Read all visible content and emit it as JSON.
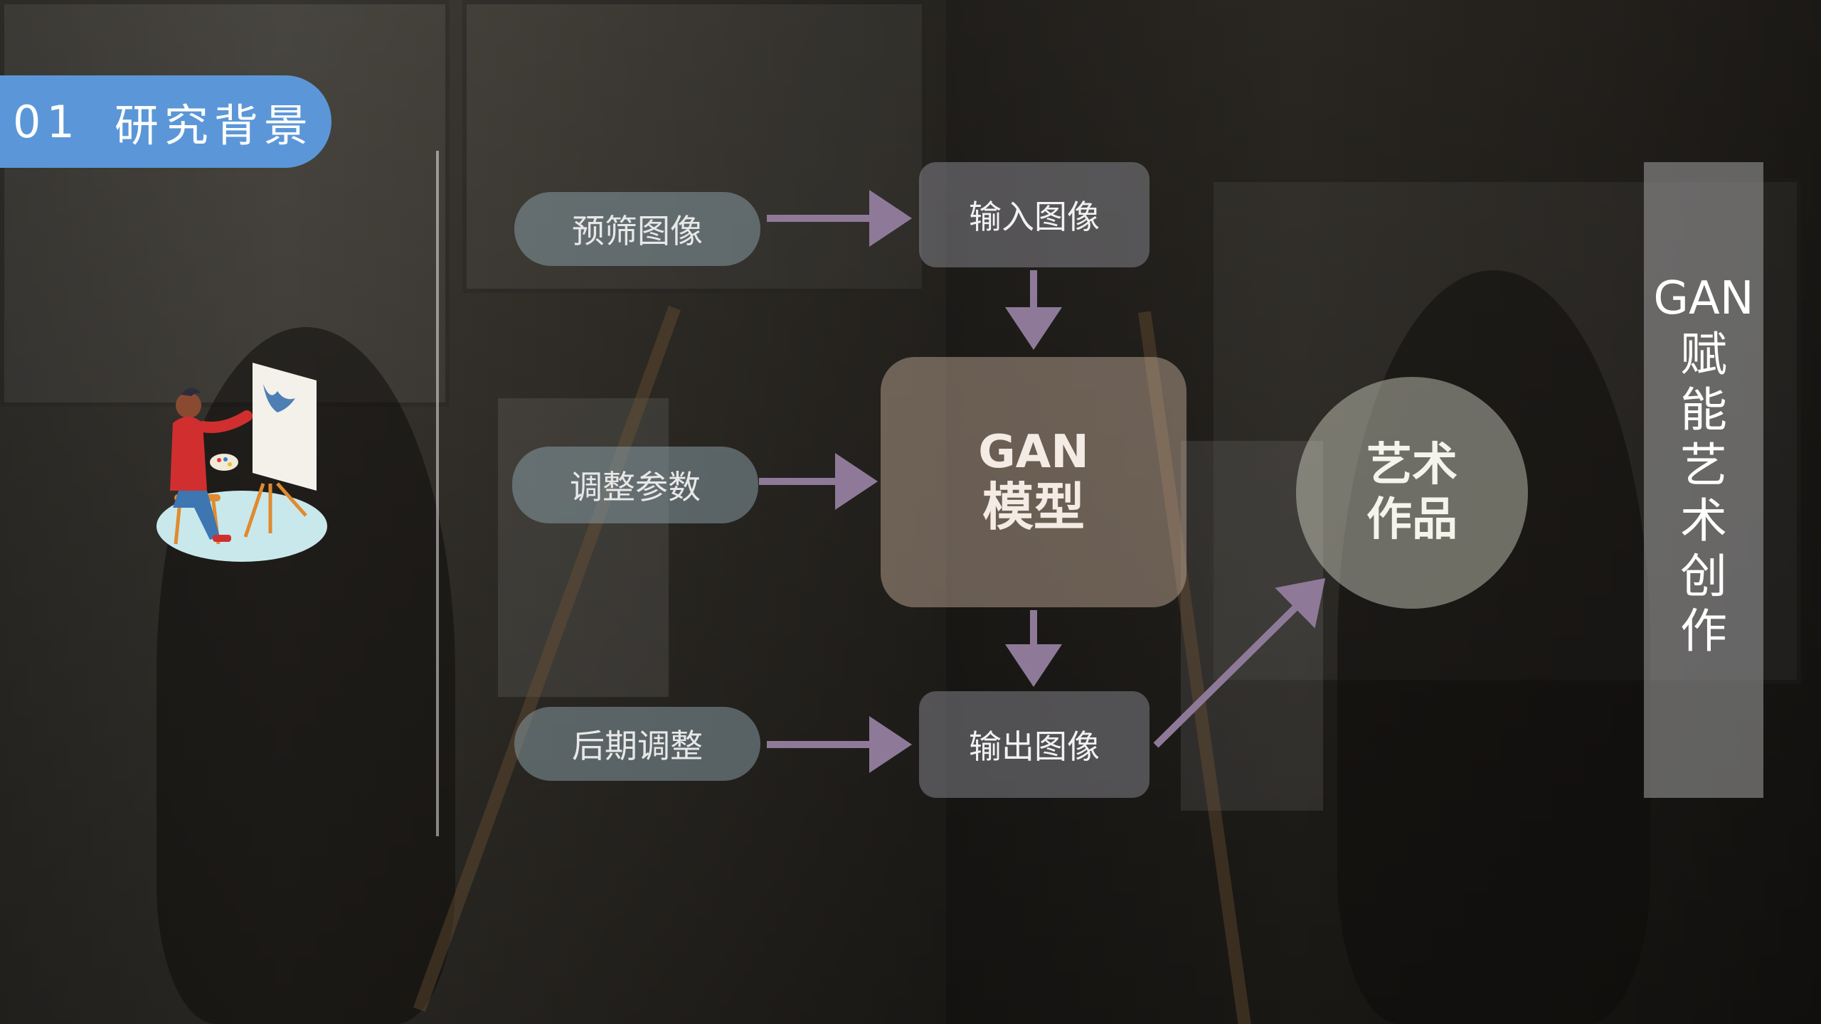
{
  "section": {
    "number": "01",
    "title": "研究背景"
  },
  "inputs": [
    {
      "label": "预筛图像"
    },
    {
      "label": "调整参数"
    },
    {
      "label": "后期调整"
    }
  ],
  "input_image": {
    "label": "输入图像"
  },
  "model": {
    "line1": "GAN",
    "line2": "模型"
  },
  "output_image": {
    "label": "输出图像"
  },
  "artwork": {
    "line1": "艺术",
    "line2": "作品"
  },
  "side_banner": {
    "prefix": "GAN",
    "chars": [
      "赋",
      "能",
      "艺",
      "术",
      "创",
      "作"
    ]
  },
  "colors": {
    "badge": "#5b97d8",
    "arrow": "#8e7a98"
  }
}
